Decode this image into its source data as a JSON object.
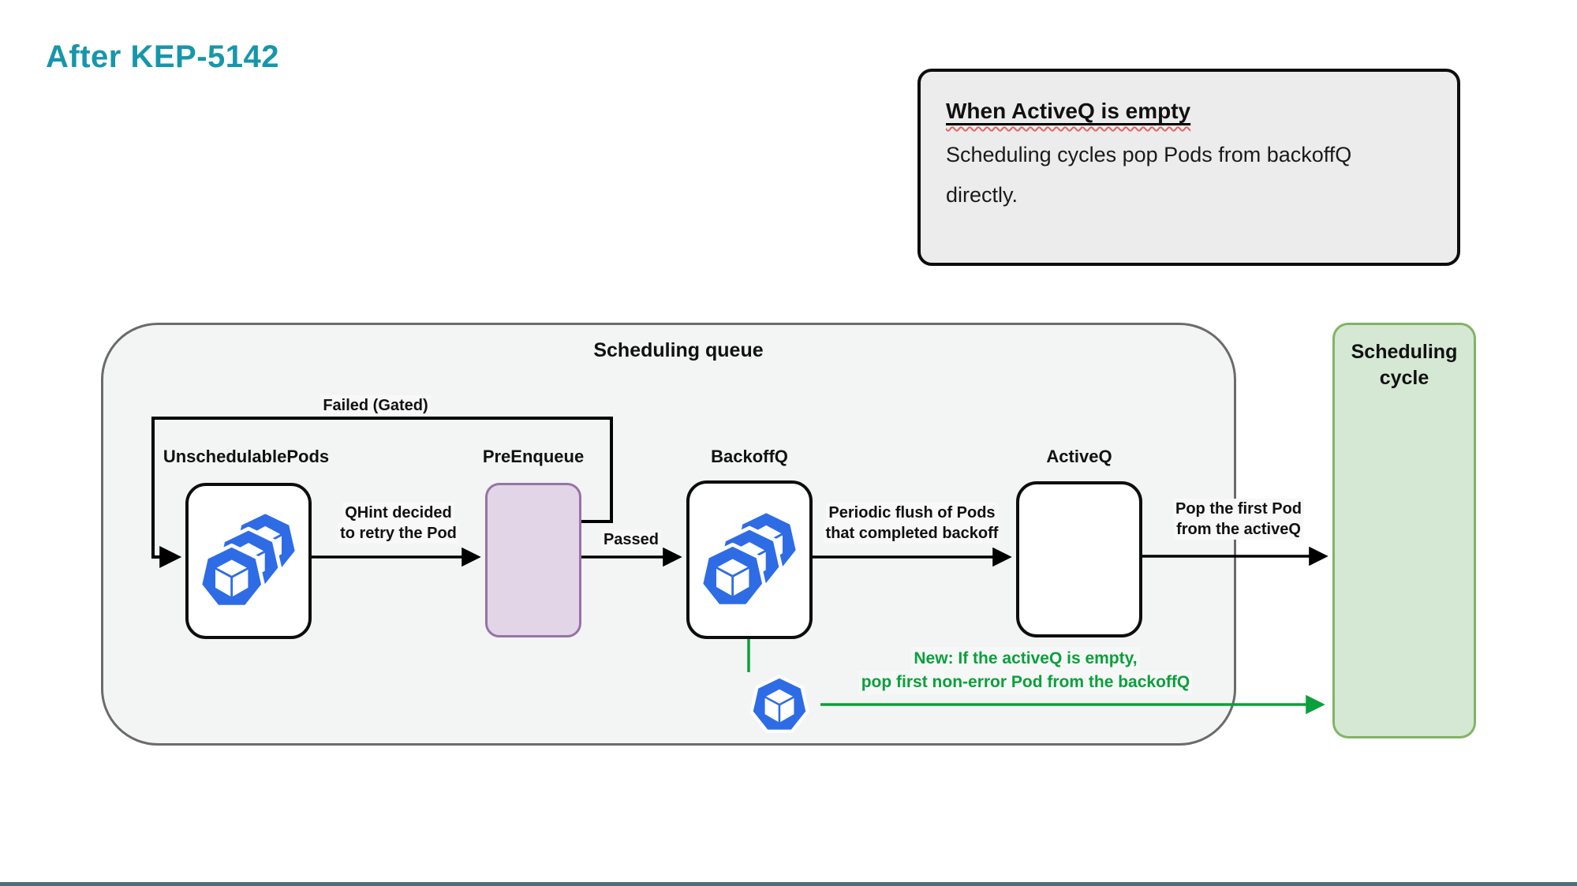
{
  "title": "After KEP-5142",
  "note": {
    "heading": "When ActiveQ is empty",
    "body_line1": "Scheduling cycles pop Pods from backoffQ",
    "body_line2": "directly."
  },
  "queue": {
    "title": "Scheduling queue",
    "nodes": {
      "unschedulable": "UnschedulablePods",
      "preenqueue": "PreEnqueue",
      "backoffq": "BackoffQ",
      "activeq": "ActiveQ"
    },
    "edges": {
      "failed_gated": "Failed (Gated)",
      "qhint_line1": "QHint decided",
      "qhint_line2": "to retry the Pod",
      "passed": "Passed",
      "periodic_line1": "Periodic flush of Pods",
      "periodic_line2": "that completed backoff",
      "pop_line1": "Pop the first Pod",
      "pop_line2": "from the activeQ",
      "new_line1": "New: If the activeQ is empty,",
      "new_line2": "pop first non-error Pod from the backoffQ"
    }
  },
  "cycle": {
    "label_line1": "Scheduling",
    "label_line2": "cycle"
  },
  "colors": {
    "title_teal": "#1796ab",
    "pod_blue": "#2e6ce6",
    "green_accent": "#0aa03c",
    "preenqueue_fill": "#e1d5e7",
    "preenqueue_border": "#9673a6",
    "cycle_fill": "#d5e8d4",
    "cycle_border": "#82b366",
    "note_fill": "#ececec",
    "queue_fill": "#f3f4f4",
    "queue_border": "#6b6b6b",
    "bottom_bar": "#4f6e7b"
  }
}
